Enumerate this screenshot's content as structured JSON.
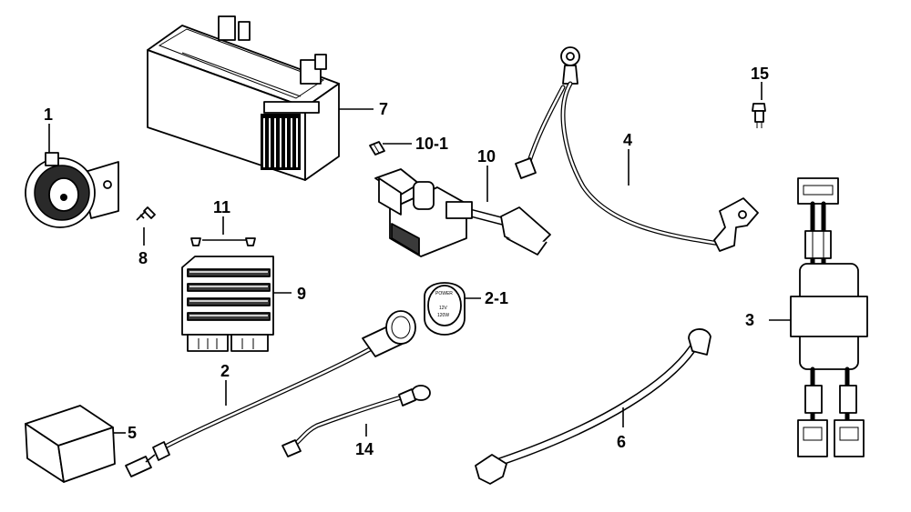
{
  "labels": {
    "l1": "1",
    "l7": "7",
    "l8": "8",
    "l10_1": "10-1",
    "l10": "10",
    "l4": "4",
    "l15": "15",
    "l11": "11",
    "l9": "9",
    "l2_1": "2-1",
    "l3": "3",
    "l2": "2",
    "l5": "5",
    "l14": "14",
    "l6": "6"
  },
  "socket_text": {
    "power": "POWER",
    "volt": "12V",
    "watt": "120W"
  },
  "colors": {
    "ink": "#000000",
    "dark_fill": "#3a3a3a",
    "background": "#ffffff"
  }
}
